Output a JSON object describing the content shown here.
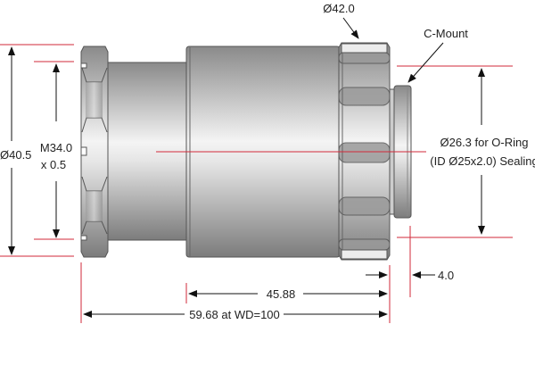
{
  "title": "Lens mechanical drawing",
  "colors": {
    "dimension_line": "#d22a3a",
    "metal_dark": "#7a7a7a",
    "metal_light": "#f2f2f2"
  },
  "dimensions": {
    "outer_diameter_nut": "Ø40.5",
    "thread_line1": "M34.0",
    "thread_line2": "x 0.5",
    "ring_diameter": "Ø42.0",
    "mount": "C-Mount",
    "oring_line1": "Ø26.3 for O-Ring",
    "oring_line2": "(ID Ø25x2.0) Sealing",
    "barrel_length": "45.88",
    "total_length": "59.68 at WD=100",
    "flange": "4.0"
  }
}
